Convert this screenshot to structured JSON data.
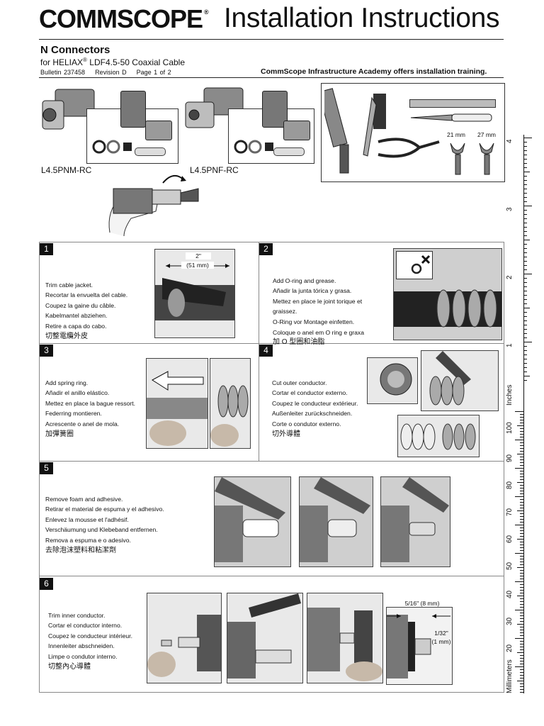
{
  "header": {
    "logo": "COMMSCOPE",
    "logo_mark": "®",
    "title": "Installation Instructions"
  },
  "product": {
    "title": "N Connectors",
    "subtitle_prefix": "for HELIAX",
    "subtitle_mark": "®",
    "subtitle_suffix": " LDF4.5-50 Coaxial Cable",
    "bulletin": "Bulletin 237458",
    "revision": "Revision D",
    "page": "Page 1 of 2",
    "academy": "CommScope Infrastructure Academy offers installation training."
  },
  "models": [
    "L4.5PNM-RC",
    "L4.5PNF-RC"
  ],
  "tools": {
    "wrench_a": "21 mm",
    "wrench_b": "27 mm"
  },
  "steps": [
    {
      "num": "1",
      "lines": [
        "Trim cable jacket.",
        "Recortar la envuelta del cable.",
        "Coupez la gaine du câble.",
        "Kabelmantel abziehen.",
        "Retire a capa do cabo."
      ],
      "zh": "切整電纜外皮"
    },
    {
      "num": "2",
      "lines": [
        "Add O-ring and grease.",
        "Añadir la junta tórica y grasa.",
        "Mettez en place le joint torique et",
        "graissez.",
        "O-Ring vor Montage einfetten.",
        "Coloque o anel em O ring e graxa"
      ],
      "zh": "加 O 型圈和油脂"
    },
    {
      "num": "3",
      "lines": [
        "Add spring ring.",
        "Añadir el anillo elástico.",
        "Mettez en place la bague ressort.",
        "Federring montieren.",
        "Acrescente o anel de mola."
      ],
      "zh": "加彈簧圈"
    },
    {
      "num": "4",
      "lines": [
        "Cut outer conductor.",
        "Cortar el conductor externo.",
        "Coupez le conducteur extérieur.",
        "Außenleiter zurückschneiden.",
        "Corte o condutor externo."
      ],
      "zh": "切外導體"
    },
    {
      "num": "5",
      "lines": [
        "Remove foam and adhesive.",
        "Retirar el material de espuma y el adhesivo.",
        "Enlevez la mousse et l'adhésif.",
        "Verschäumung und Klebeband entfernen.",
        "Remova a espuma e o adesivo."
      ],
      "zh": "去除泡沫塑料和粘潔劑"
    },
    {
      "num": "6",
      "lines": [
        "Trim inner conductor.",
        "Cortar el conductor interno.",
        "Coupez le conducteur intérieur.",
        "Innenleiter abschneiden.",
        "Limpe o condutor interno."
      ],
      "zh": "切整內心導體"
    }
  ],
  "dimensions": {
    "step1_len": "2\"",
    "step1_mm": "(51 mm)",
    "step6_len": "5/16\" (8 mm)",
    "step6_gap": "1/32\"",
    "step6_gap_mm": "(1 mm)"
  },
  "ruler": {
    "inch_labels": [
      "4",
      "3",
      "2",
      "1"
    ],
    "inches_label": "Inches",
    "mm_labels": [
      "100",
      "90",
      "80",
      "70",
      "60",
      "50",
      "40",
      "30",
      "20"
    ],
    "mm_label": "Millimeters"
  }
}
